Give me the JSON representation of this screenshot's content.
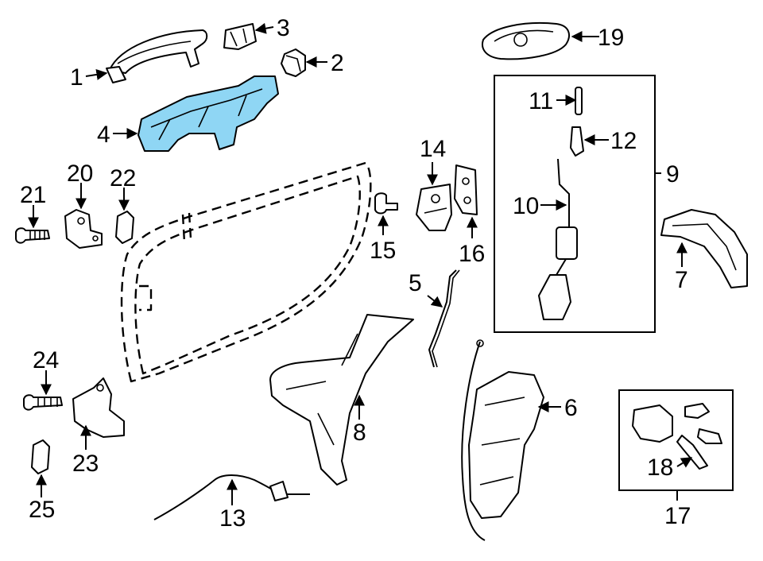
{
  "diagram": {
    "highlight_color": "#8fd6f4",
    "callouts": {
      "c1": "1",
      "c2": "2",
      "c3": "3",
      "c4": "4",
      "c5": "5",
      "c6": "6",
      "c7": "7",
      "c8": "8",
      "c9": "9",
      "c10": "10",
      "c11": "11",
      "c12": "12",
      "c13": "13",
      "c14": "14",
      "c15": "15",
      "c16": "16",
      "c17": "17",
      "c18": "18",
      "c19": "19",
      "c20": "20",
      "c21": "21",
      "c22": "22",
      "c23": "23",
      "c24": "24",
      "c25": "25"
    }
  }
}
